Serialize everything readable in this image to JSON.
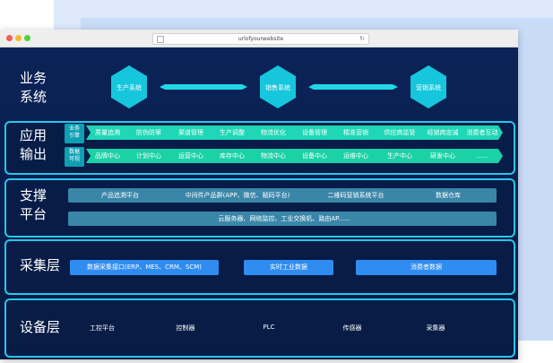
{
  "browser": {
    "url": "urlofyourwebsite"
  },
  "layers": {
    "business": {
      "label_line1": "业务",
      "label_line2": "系统"
    },
    "application": {
      "label_line1": "应用",
      "label_line2": "输出"
    },
    "support": {
      "label_line1": "支撑",
      "label_line2": "平台"
    },
    "collection": {
      "label": "采集层"
    },
    "device": {
      "label": "设备层"
    }
  },
  "business_systems": [
    "生产系统",
    "销售系统",
    "营销系统"
  ],
  "application": {
    "row1_tag_line1": "业务",
    "row1_tag_line2": "引擎",
    "row1_items": [
      "质量追溯",
      "防伪防窜",
      "渠道管理",
      "生产调整",
      "物流优化",
      "设备管理",
      "精准营销",
      "供应商监管",
      "经销商忠诚",
      "消费者互动"
    ],
    "row2_tag_line1": "数据",
    "row2_tag_line2": "可视",
    "row2_items": [
      "品牌中心",
      "计划中心",
      "运营中心",
      "库存中心",
      "物流中心",
      "设备中心",
      "运维中心",
      "生产中心",
      "研发中心",
      "......"
    ]
  },
  "support_platform": {
    "row1_items": [
      "产品追溯平台",
      "中间件产品群(APP、微信、赋码平台)",
      "二维码营销系统平台",
      "数据仓库"
    ],
    "row2_text": "云服务器、网络监控、工业交换机、路由AP......"
  },
  "collection_items": [
    "数据采集接口(ERP、MES、CRM、SCM)",
    "实时工业数据",
    "消费者数据"
  ],
  "device_items": [
    "工控平台",
    "控制器",
    "PLC",
    "传感器",
    "采集器"
  ],
  "colors": {
    "background": "#0a1f4d",
    "accent_cyan": "#16c6dc",
    "ribbon_green": "#1fd6b6",
    "support_bar": "#3a86a8",
    "collect_blue": "#2f8cf0",
    "border": "#27c7e8"
  }
}
